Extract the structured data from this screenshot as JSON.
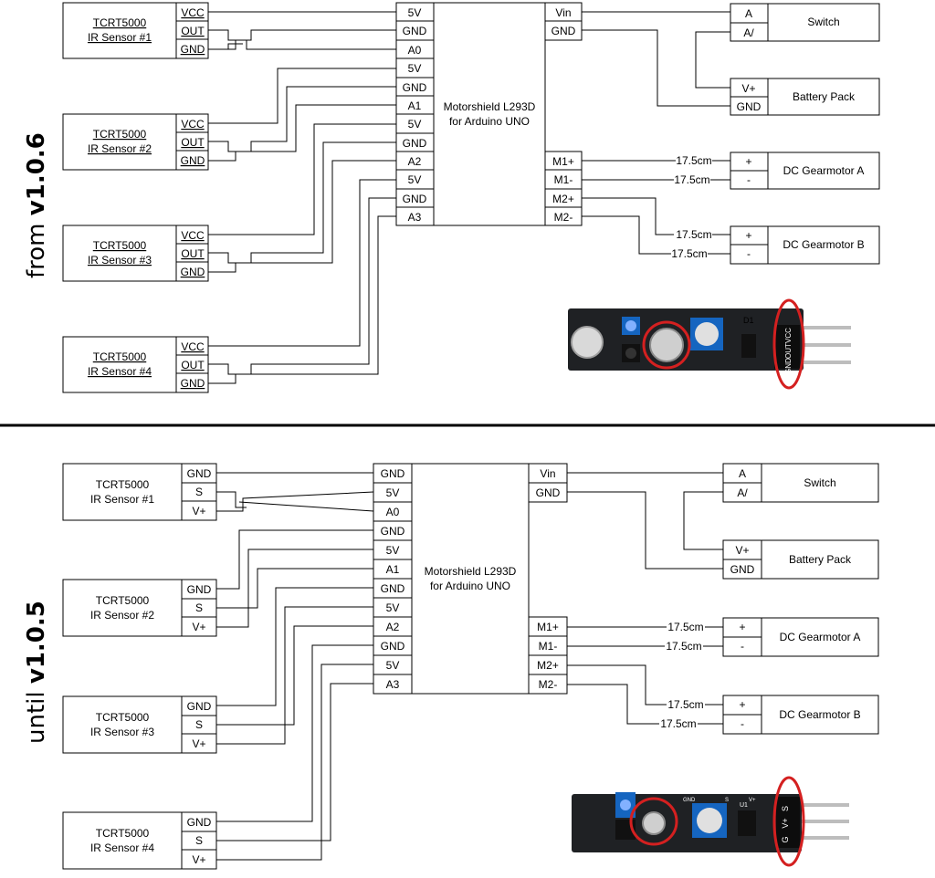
{
  "sections": {
    "top": {
      "label_prefix": "from ",
      "label_version": "v1.0.6",
      "motorshield_line1": "Motorshield L293D",
      "motorshield_line2": "for Arduino UNO",
      "sensors": [
        {
          "line1": "TCRT5000",
          "line2": "IR Sensor #1",
          "pins": [
            "VCC",
            "OUT",
            "GND"
          ]
        },
        {
          "line1": "TCRT5000",
          "line2": "IR Sensor #2",
          "pins": [
            "VCC",
            "OUT",
            "GND"
          ]
        },
        {
          "line1": "TCRT5000",
          "line2": "IR Sensor #3",
          "pins": [
            "VCC",
            "OUT",
            "GND"
          ]
        },
        {
          "line1": "TCRT5000",
          "line2": "IR Sensor #4",
          "pins": [
            "VCC",
            "OUT",
            "GND"
          ]
        }
      ],
      "shield_left_pins": [
        "5V",
        "GND",
        "A0",
        "5V",
        "GND",
        "A1",
        "5V",
        "GND",
        "A2",
        "5V",
        "GND",
        "A3"
      ],
      "shield_right_pins": [
        "Vin",
        "GND",
        "M1+",
        "M1-",
        "M2+",
        "M2-"
      ]
    },
    "bottom": {
      "label_prefix": "until ",
      "label_version": "v1.0.5",
      "motorshield_line1": "Motorshield L293D",
      "motorshield_line2": "for Arduino UNO",
      "sensors": [
        {
          "line1": "TCRT5000",
          "line2": "IR Sensor #1",
          "pins": [
            "GND",
            "S",
            "V+"
          ]
        },
        {
          "line1": "TCRT5000",
          "line2": "IR Sensor #2",
          "pins": [
            "GND",
            "S",
            "V+"
          ]
        },
        {
          "line1": "TCRT5000",
          "line2": "IR Sensor #3",
          "pins": [
            "GND",
            "S",
            "V+"
          ]
        },
        {
          "line1": "TCRT5000",
          "line2": "IR Sensor #4",
          "pins": [
            "GND",
            "S",
            "V+"
          ]
        }
      ],
      "shield_left_pins": [
        "GND",
        "5V",
        "A0",
        "GND",
        "5V",
        "A1",
        "GND",
        "5V",
        "A2",
        "GND",
        "5V",
        "A3"
      ],
      "shield_right_pins": [
        "Vin",
        "GND",
        "M1+",
        "M1-",
        "M2+",
        "M2-"
      ]
    }
  },
  "right": {
    "switch": {
      "name": "Switch",
      "pins": [
        "A",
        "A/"
      ]
    },
    "battery": {
      "name": "Battery Pack",
      "pins": [
        "V+",
        "GND"
      ]
    },
    "motor_a": {
      "name": "DC Gearmotor A",
      "pins": [
        "+",
        "-"
      ]
    },
    "motor_b": {
      "name": "DC Gearmotor B",
      "pins": [
        "+",
        "-"
      ]
    },
    "wire_length": "17.5cm"
  },
  "photo_top": {
    "pcb_mark": "D1",
    "pin_labels": [
      "VCC",
      "OUT",
      "GND"
    ]
  },
  "photo_bottom": {
    "pin_labels": [
      "S",
      "V+",
      "G"
    ],
    "board_marks": [
      "GND",
      "S",
      "V+",
      "U1"
    ]
  },
  "colors": {
    "highlight_circle": "#d42020",
    "pcb": "#1f2124",
    "potentiometer": "#1565c0",
    "pins": "#bdbdbd"
  }
}
